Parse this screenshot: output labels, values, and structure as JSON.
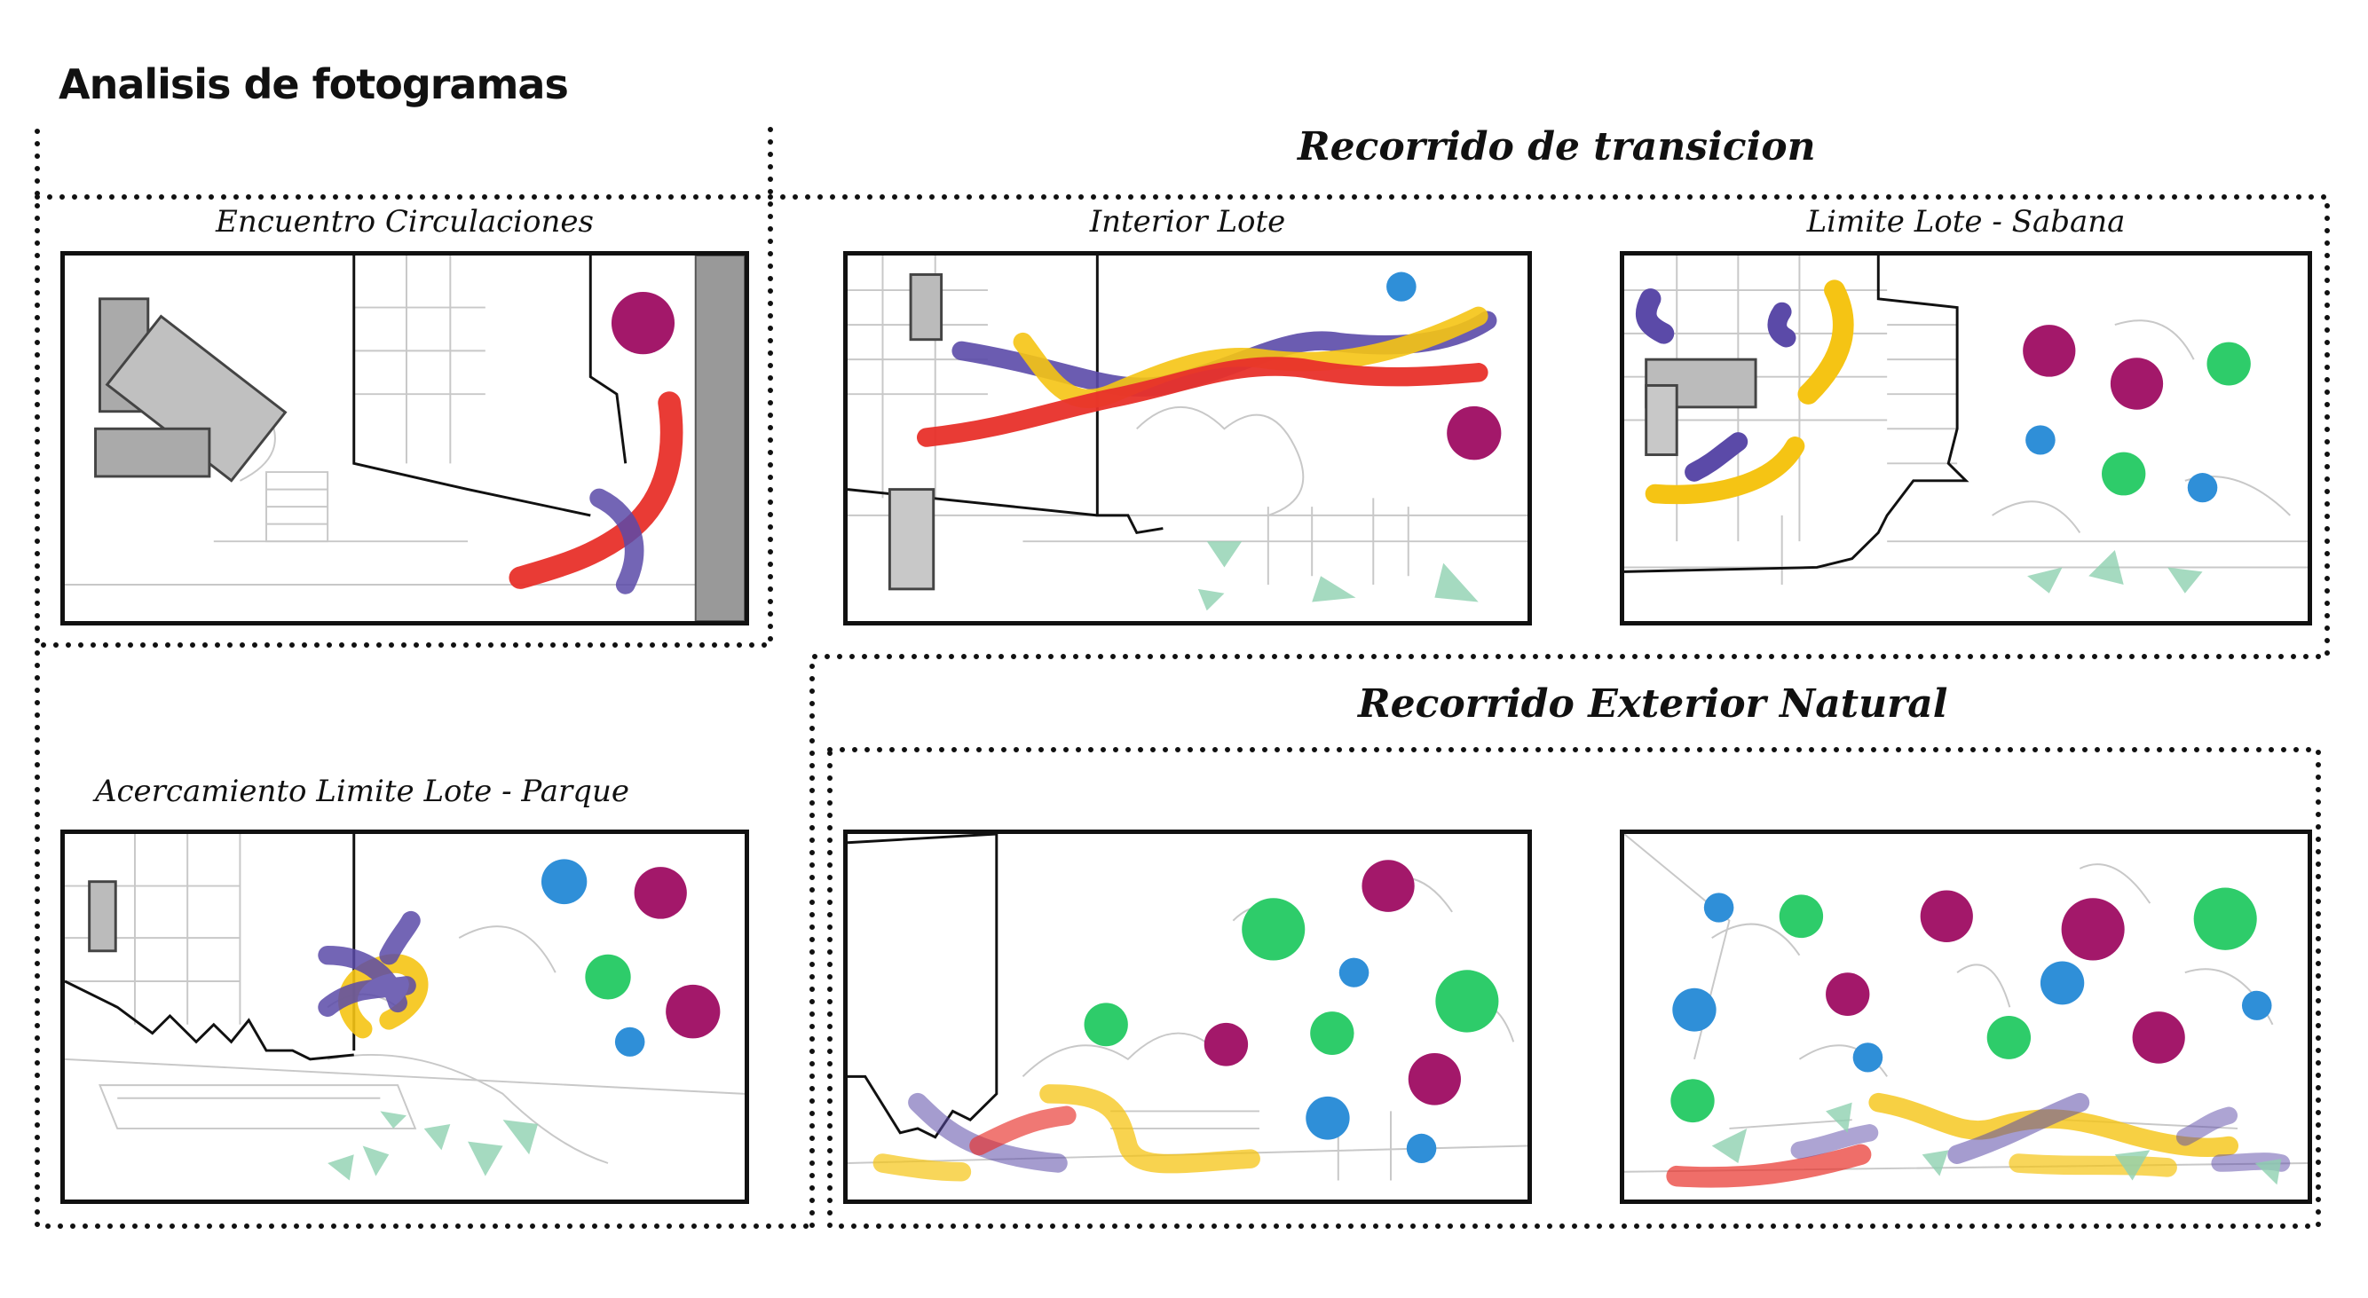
{
  "page": {
    "title": "Analisis de fotogramas"
  },
  "sections": {
    "transition": {
      "title": "Recorrido de transicion"
    },
    "exterior": {
      "title": "Recorrido Exterior Natural"
    }
  },
  "frames": [
    {
      "id": "encuentro",
      "caption": "Encuentro Circulaciones"
    },
    {
      "id": "interior",
      "caption": "Interior Lote"
    },
    {
      "id": "sabana",
      "caption": "Limite Lote - Sabana"
    },
    {
      "id": "parque",
      "caption": "Acercamiento Limite Lote - Parque"
    },
    {
      "id": "exterior1",
      "caption": ""
    },
    {
      "id": "exterior2",
      "caption": ""
    }
  ],
  "colors": {
    "red": "#e8302a",
    "purple": "#5b4aa8",
    "yellow": "#f5c414",
    "magenta": "#a3186a",
    "blue": "#2f8fd8",
    "green": "#2ecc6a",
    "teal_triangle": "#8fd1b0",
    "gray_block": "#b0b0b0",
    "sketch": "#c8c8c8"
  }
}
